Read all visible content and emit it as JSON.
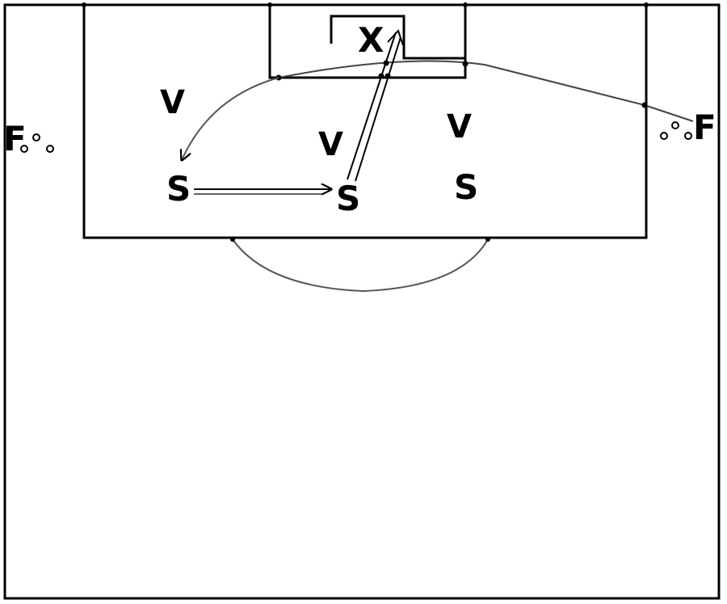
{
  "diagram": {
    "colors": {
      "lines": "#000000",
      "curves": "#555555",
      "background": "#ffffff"
    },
    "labels": {
      "keeper": "X",
      "wing_left": "F",
      "wing_right": "F",
      "defender_left": "V",
      "defender_center": "V",
      "defender_right": "V",
      "shooter_left": "S",
      "shooter_center": "S",
      "shooter_right": "S"
    },
    "icons": {
      "wing_left_marker": "small-circles",
      "wing_right_marker": "small-circles",
      "pass_arrow": "arrow",
      "shot_arrow": "double-line-arrow"
    }
  }
}
